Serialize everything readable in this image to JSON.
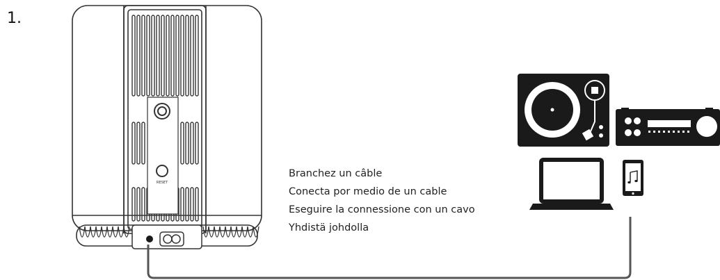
{
  "step_number": "1.",
  "speaker": {
    "reset_label": "RESET"
  },
  "instructions": [
    "Branchez un câble",
    "Conecta por medio de un cable",
    "Eseguire la connessione con un cavo",
    "Yhdistä johdolla"
  ],
  "devices": [
    "turntable-icon",
    "amplifier-icon",
    "laptop-icon",
    "tablet-music-icon"
  ],
  "colors": {
    "line": "#333333",
    "device_fill": "#1a1a1a",
    "cable": "#555555"
  }
}
